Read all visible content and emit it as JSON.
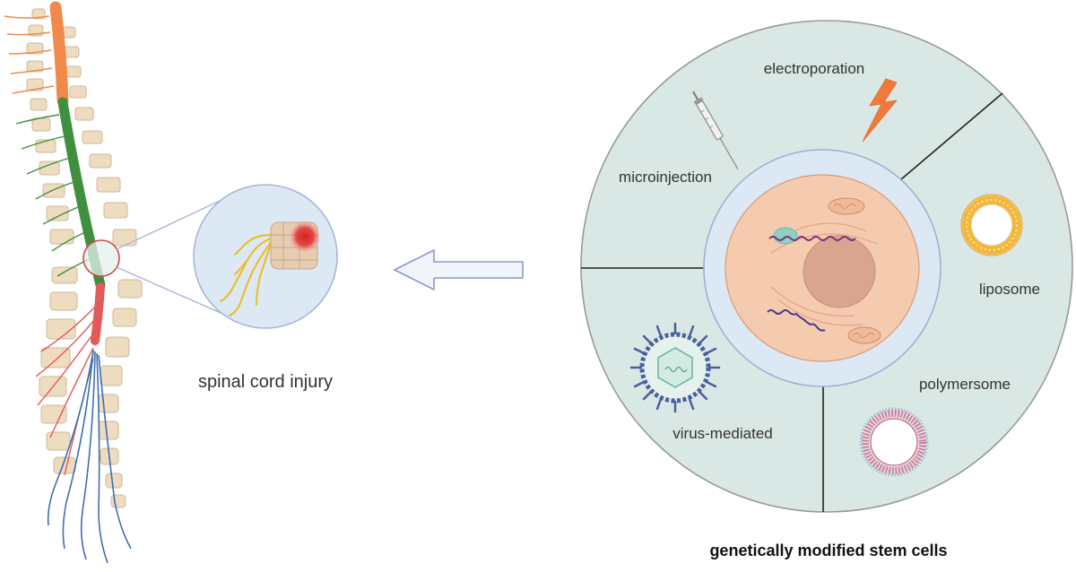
{
  "labels": {
    "injury": "spinal cord  injury",
    "electroporation": "electroporation",
    "microinjection": "microinjection",
    "liposome": "liposome",
    "polymersome": "polymersome",
    "virus_mediated": "virus-mediated",
    "caption": "genetically modified stem cells"
  },
  "colors": {
    "cervical": "#ef8a4a",
    "thoracic": "#3f8f3f",
    "lumbar": "#e25a5a",
    "sacral": "#3f6fae",
    "vertebra": "#eedcc0",
    "circle_fill": "#d9e8e4",
    "cell_fill": "#f5cbb0",
    "nucleus": "#d9a590",
    "injury_red": "#d61f1f",
    "lightning": "#f07a3c",
    "liposome": "#f5b73a",
    "virus": "#4a5f9e"
  },
  "icons": [
    "syringe-icon",
    "lightning-icon",
    "liposome-icon",
    "polymersome-icon",
    "virus-icon",
    "arrow-left-icon"
  ]
}
